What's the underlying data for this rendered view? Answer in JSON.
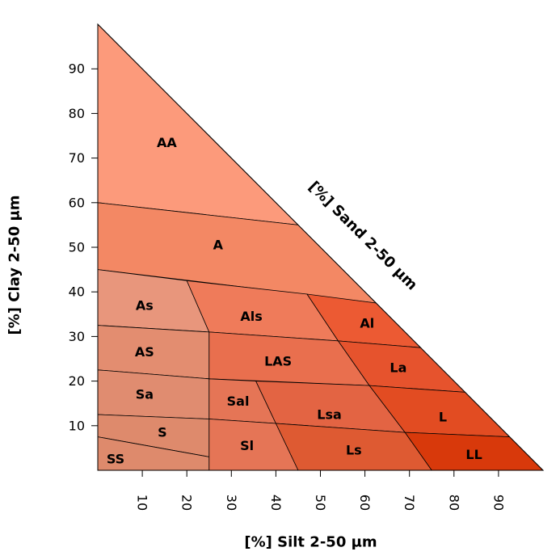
{
  "chart_data": {
    "type": "ternary-texture-triangle",
    "xlabel": "[%] Silt 2-50 µm",
    "ylabel": "[%] Clay 2-50 µm",
    "hypotenuse_label": "[%] Sand 2-50 µm",
    "xlim": [
      0,
      100
    ],
    "ylim": [
      0,
      100
    ],
    "xticks": [
      10,
      20,
      30,
      40,
      50,
      60,
      70,
      80,
      90
    ],
    "yticks": [
      10,
      20,
      30,
      40,
      50,
      60,
      70,
      80,
      90
    ],
    "grid": false,
    "classes": [
      {
        "label": "AA",
        "color": "#fc9a7b",
        "polygon": [
          [
            0,
            100
          ],
          [
            45,
            55
          ],
          [
            0,
            60
          ]
        ],
        "label_at": [
          15.5,
          73.5
        ]
      },
      {
        "label": "A",
        "color": "#f38864",
        "polygon": [
          [
            0,
            60
          ],
          [
            45,
            55
          ],
          [
            62.5,
            37.5
          ],
          [
            0,
            45
          ]
        ],
        "label_at": [
          27,
          50.5
        ]
      },
      {
        "label": "As",
        "color": "#e8967c",
        "polygon": [
          [
            0,
            45
          ],
          [
            20,
            42.5
          ],
          [
            25,
            31
          ],
          [
            0,
            32.5
          ]
        ],
        "label_at": [
          10.5,
          37
        ]
      },
      {
        "label": "Als",
        "color": "#ef7b5a",
        "polygon": [
          [
            20,
            42.5
          ],
          [
            47,
            39.5
          ],
          [
            54,
            29
          ],
          [
            25,
            31
          ]
        ],
        "label_at": [
          34.5,
          34.5
        ]
      },
      {
        "label": "Al",
        "color": "#ec5a33",
        "polygon": [
          [
            47,
            39.5
          ],
          [
            62.5,
            37.5
          ],
          [
            72.5,
            27.5
          ],
          [
            54,
            29
          ]
        ],
        "label_at": [
          60.5,
          33
        ]
      },
      {
        "label": "AS",
        "color": "#e38d70",
        "polygon": [
          [
            0,
            32.5
          ],
          [
            25,
            31
          ],
          [
            25,
            20.5
          ],
          [
            0,
            22.5
          ]
        ],
        "label_at": [
          10.5,
          26.5
        ]
      },
      {
        "label": "LAS",
        "color": "#e96f4e",
        "polygon": [
          [
            25,
            31
          ],
          [
            54,
            29
          ],
          [
            61,
            19
          ],
          [
            25,
            20.5
          ]
        ],
        "label_at": [
          40.5,
          24.5
        ]
      },
      {
        "label": "La",
        "color": "#e6532d",
        "polygon": [
          [
            54,
            29
          ],
          [
            72.5,
            27.5
          ],
          [
            82.5,
            17.5
          ],
          [
            61,
            19
          ]
        ],
        "label_at": [
          67.5,
          23
        ]
      },
      {
        "label": "Sa",
        "color": "#e08c70",
        "polygon": [
          [
            0,
            22.5
          ],
          [
            25,
            20.5
          ],
          [
            25,
            11.5
          ],
          [
            0,
            12.5
          ]
        ],
        "label_at": [
          10.5,
          17
        ]
      },
      {
        "label": "Sal",
        "color": "#e57556",
        "polygon": [
          [
            25,
            20.5
          ],
          [
            35.5,
            20
          ],
          [
            40,
            10.5
          ],
          [
            25,
            11.5
          ]
        ],
        "label_at": [
          31.5,
          15.5
        ]
      },
      {
        "label": "Lsa",
        "color": "#e36443",
        "polygon": [
          [
            35.5,
            20
          ],
          [
            61,
            19
          ],
          [
            69,
            8.5
          ],
          [
            40,
            10.5
          ]
        ],
        "label_at": [
          52,
          12.5
        ]
      },
      {
        "label": "L",
        "color": "#e24c22",
        "polygon": [
          [
            61,
            19
          ],
          [
            82.5,
            17.5
          ],
          [
            92.5,
            7.5
          ],
          [
            69,
            8.5
          ]
        ],
        "label_at": [
          77.5,
          12
        ]
      },
      {
        "label": "S",
        "color": "#de8a6c",
        "polygon": [
          [
            0,
            12.5
          ],
          [
            25,
            11.5
          ],
          [
            25,
            3
          ],
          [
            0,
            7.5
          ]
        ],
        "label_at": [
          14.5,
          8.5
        ]
      },
      {
        "label": "SS",
        "color": "#de8a6c",
        "polygon": [
          [
            0,
            7.5
          ],
          [
            25,
            3
          ],
          [
            25,
            0
          ],
          [
            0,
            0
          ]
        ],
        "label_at": [
          4,
          2.5
        ]
      },
      {
        "label": "Sl",
        "color": "#e57556",
        "polygon": [
          [
            25,
            11.5
          ],
          [
            40,
            10.5
          ],
          [
            45,
            0
          ],
          [
            25,
            0
          ]
        ],
        "label_at": [
          33.5,
          5.5
        ]
      },
      {
        "label": "Ls",
        "color": "#de5a32",
        "polygon": [
          [
            40,
            10.5
          ],
          [
            69,
            8.5
          ],
          [
            75,
            0
          ],
          [
            45,
            0
          ]
        ],
        "label_at": [
          57.5,
          4.5
        ]
      },
      {
        "label": "LL",
        "color": "#d8390b",
        "polygon": [
          [
            69,
            8.5
          ],
          [
            92.5,
            7.5
          ],
          [
            100,
            0
          ],
          [
            75,
            0
          ]
        ],
        "label_at": [
          84.5,
          3.5
        ]
      }
    ]
  }
}
